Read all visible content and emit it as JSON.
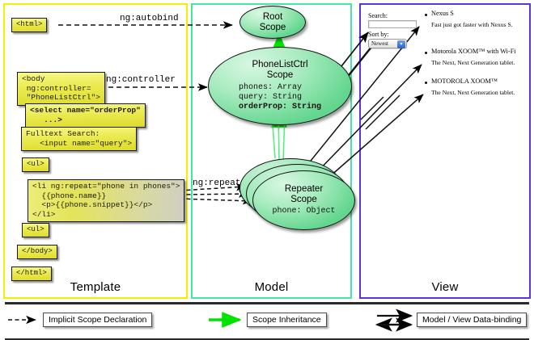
{
  "columns": {
    "template": {
      "label": "Template",
      "border_color": "#f2ef00"
    },
    "model": {
      "label": "Model",
      "border_color": "#44e6a0"
    },
    "view": {
      "label": "View",
      "border_color": "#5b34df"
    }
  },
  "template_boxes": [
    {
      "id": "html-open",
      "text": "<html>"
    },
    {
      "id": "body-open",
      "text": "<body\n ng:controller=\n \"PhoneListCtrl\">"
    },
    {
      "id": "select",
      "text": "<select name=\"orderProp\"\n   ...>",
      "bold": true
    },
    {
      "id": "fulltext",
      "text": "Fulltext Search:\n   <input name=\"query\">"
    },
    {
      "id": "ul-open",
      "text": "<ul>"
    },
    {
      "id": "li-repeat",
      "text": "<li ng:repeat=\"phone in phones\">\n  {{phone.name}}\n  <p>{{phone.snippet}}</p>\n</li>"
    },
    {
      "id": "ul-close",
      "text": "<ul>"
    },
    {
      "id": "body-close",
      "text": "</body>"
    },
    {
      "id": "html-close",
      "text": "</html>"
    }
  ],
  "edge_labels": {
    "autobind": "ng:autobind",
    "controller": "ng:controller",
    "repeat": "ng:repeat"
  },
  "scopes": [
    {
      "id": "root",
      "title": "Root\nScope",
      "title_lines": [
        "Root",
        "Scope"
      ],
      "props": []
    },
    {
      "id": "phonelist",
      "title_lines": [
        "PhoneListCtrl",
        "Scope"
      ],
      "props": [
        {
          "text": "phones: Array",
          "bold": false
        },
        {
          "text": "query: String",
          "bold": false
        },
        {
          "text": "orderProp: String",
          "bold": true
        }
      ]
    },
    {
      "id": "repeater",
      "title_lines": [
        "Repeater",
        "Scope"
      ],
      "props": [
        {
          "text": "phone: Object",
          "bold": false
        }
      ]
    }
  ],
  "view": {
    "search_label": "Search:",
    "search_value": "",
    "sort_label": "Sort by:",
    "sort_selected": "Newest",
    "sort_options": [
      "Newest"
    ],
    "phones": [
      {
        "name": "Nexus S",
        "snippet": "Fast just got faster with Nexus S."
      },
      {
        "name": "Motorola XOOM™  with Wi-Fi",
        "snippet": "The Next, Next Generation tablet."
      },
      {
        "name": "MOTOROLA XOOM™",
        "snippet": "The Next, Next Generation tablet."
      }
    ]
  },
  "legend": [
    {
      "id": "implicit",
      "label": "Implicit Scope Declaration",
      "style": "dashed-arrow",
      "color": "#000000"
    },
    {
      "id": "inheritance",
      "label": "Scope Inheritance",
      "style": "green-arrow",
      "color": "#00e000"
    },
    {
      "id": "databinding",
      "label": "Model / View Data-binding",
      "style": "double-arrow",
      "color": "#000000"
    }
  ]
}
